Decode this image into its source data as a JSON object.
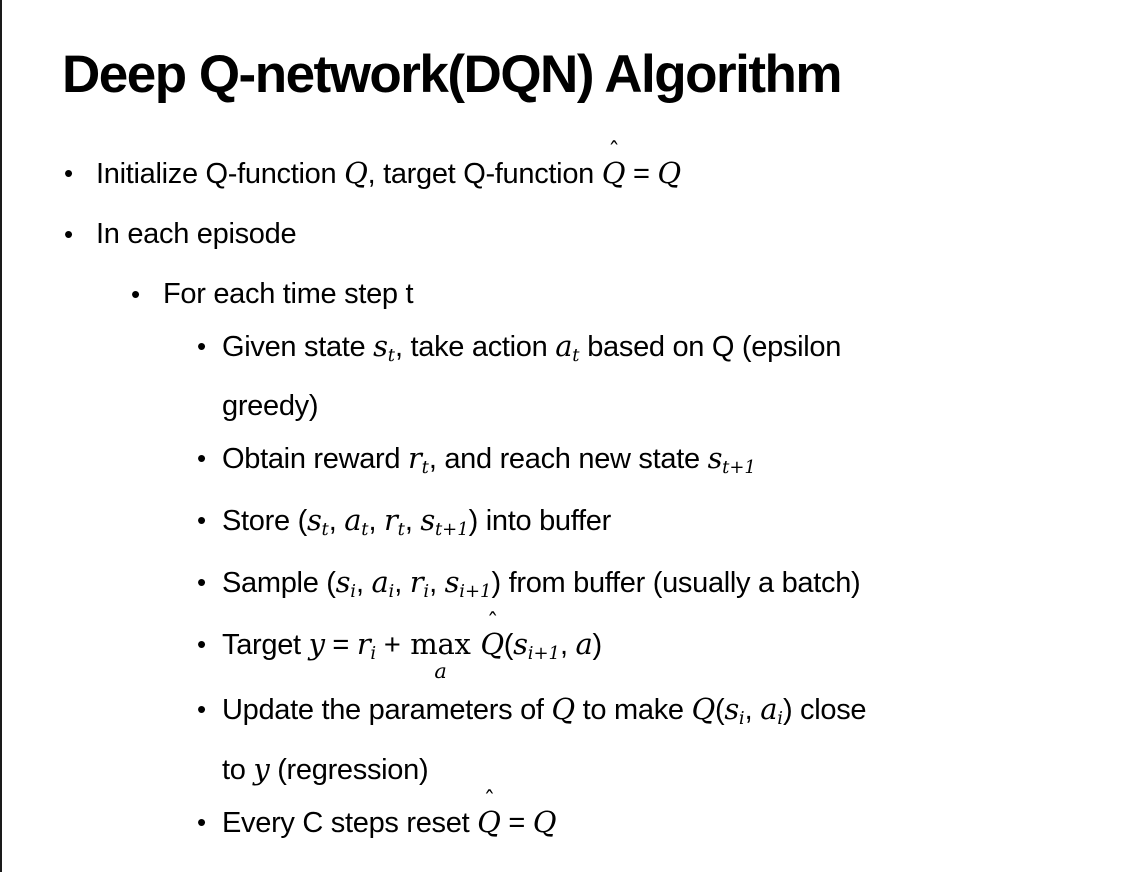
{
  "page": {
    "background_color": "#ffffff",
    "text_color": "#000000",
    "edge_line_color": "#1a1a1a"
  },
  "slide": {
    "title": "Deep Q-network(DQN) Algorithm",
    "bullet_char": "•",
    "bullets": [
      {
        "level": 1,
        "segments": [
          {
            "t": "text",
            "v": "Initialize Q-function "
          },
          {
            "t": "i",
            "v": "Q"
          },
          {
            "t": "text",
            "v": ", target Q-function "
          },
          {
            "t": "hat",
            "v": "Q"
          },
          {
            "t": "text",
            "v": " = "
          },
          {
            "t": "i",
            "v": "Q"
          }
        ]
      },
      {
        "level": 1,
        "segments": [
          {
            "t": "text",
            "v": "In each episode"
          }
        ]
      },
      {
        "level": 2,
        "segments": [
          {
            "t": "text",
            "v": "For each time step t"
          }
        ]
      },
      {
        "level": 3,
        "segments": [
          {
            "t": "text",
            "v": "Given state "
          },
          {
            "t": "sub",
            "v": "s",
            "s": "t"
          },
          {
            "t": "text",
            "v": ", take action "
          },
          {
            "t": "sub",
            "v": "a",
            "s": "t"
          },
          {
            "t": "text",
            "v": " based on Q (epsilon"
          },
          {
            "t": "br"
          },
          {
            "t": "text",
            "v": "greedy)"
          }
        ]
      },
      {
        "level": 3,
        "segments": [
          {
            "t": "text",
            "v": "Obtain reward "
          },
          {
            "t": "sub",
            "v": "r",
            "s": "t"
          },
          {
            "t": "text",
            "v": ", and reach new state "
          },
          {
            "t": "sub",
            "v": "s",
            "s": "t+1"
          }
        ]
      },
      {
        "level": 3,
        "segments": [
          {
            "t": "text",
            "v": "Store ("
          },
          {
            "t": "sub",
            "v": "s",
            "s": "t"
          },
          {
            "t": "text",
            "v": ", "
          },
          {
            "t": "sub",
            "v": "a",
            "s": "t"
          },
          {
            "t": "text",
            "v": ", "
          },
          {
            "t": "sub",
            "v": "r",
            "s": "t"
          },
          {
            "t": "text",
            "v": ", "
          },
          {
            "t": "sub",
            "v": "s",
            "s": "t+1"
          },
          {
            "t": "text",
            "v": ") into buffer"
          }
        ]
      },
      {
        "level": 3,
        "segments": [
          {
            "t": "text",
            "v": "Sample ("
          },
          {
            "t": "sub",
            "v": "s",
            "s": "i"
          },
          {
            "t": "text",
            "v": ", "
          },
          {
            "t": "sub",
            "v": "a",
            "s": "i"
          },
          {
            "t": "text",
            "v": ", "
          },
          {
            "t": "sub",
            "v": "r",
            "s": "i"
          },
          {
            "t": "text",
            "v": ", "
          },
          {
            "t": "sub",
            "v": "s",
            "s": "i+1"
          },
          {
            "t": "text",
            "v": ") from buffer (usually a batch)"
          }
        ]
      },
      {
        "level": 3,
        "segments": [
          {
            "t": "text",
            "v": "Target "
          },
          {
            "t": "i",
            "v": "y"
          },
          {
            "t": "text",
            "v": " = "
          },
          {
            "t": "sub",
            "v": "r",
            "s": "i"
          },
          {
            "t": "text",
            "v": " + "
          },
          {
            "t": "max",
            "v": "max",
            "s": "a"
          },
          {
            "t": "text",
            "v": " "
          },
          {
            "t": "hat",
            "v": "Q"
          },
          {
            "t": "text",
            "v": "("
          },
          {
            "t": "sub",
            "v": "s",
            "s": "i+1"
          },
          {
            "t": "text",
            "v": ", "
          },
          {
            "t": "i",
            "v": "a"
          },
          {
            "t": "text",
            "v": ")"
          }
        ]
      },
      {
        "level": 3,
        "segments": [
          {
            "t": "text",
            "v": "Update the parameters of "
          },
          {
            "t": "i",
            "v": "Q"
          },
          {
            "t": "text",
            "v": " to make "
          },
          {
            "t": "i",
            "v": "Q"
          },
          {
            "t": "text",
            "v": "("
          },
          {
            "t": "sub",
            "v": "s",
            "s": "i"
          },
          {
            "t": "text",
            "v": ", "
          },
          {
            "t": "sub",
            "v": "a",
            "s": "i"
          },
          {
            "t": "text",
            "v": ") close"
          },
          {
            "t": "br"
          },
          {
            "t": "text",
            "v": "to "
          },
          {
            "t": "i",
            "v": "y"
          },
          {
            "t": "text",
            "v": " (regression)"
          }
        ]
      },
      {
        "level": 3,
        "segments": [
          {
            "t": "text",
            "v": "Every C steps reset "
          },
          {
            "t": "hat",
            "v": "Q"
          },
          {
            "t": "text",
            "v": " = "
          },
          {
            "t": "i",
            "v": "Q"
          }
        ]
      }
    ]
  }
}
